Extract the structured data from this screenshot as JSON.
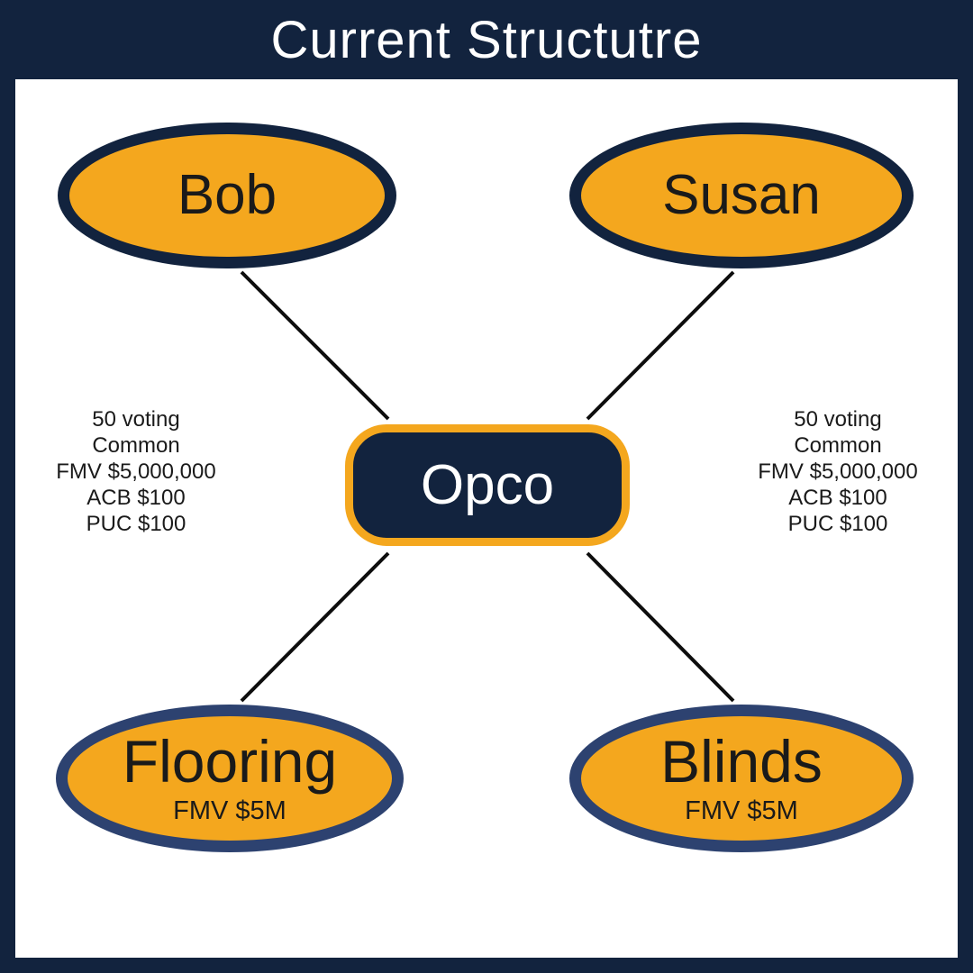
{
  "title": "Current Structutre",
  "colors": {
    "navy": "#12233e",
    "bottom_ellipse_border": "#2d4270",
    "orange": "#f4a71e",
    "connector_line": "#0d0d0d",
    "text_dark": "#1a1a1a",
    "title_text": "#ffffff"
  },
  "nodes": {
    "bob": {
      "label": "Bob"
    },
    "susan": {
      "label": "Susan"
    },
    "opco": {
      "label": "Opco"
    },
    "flooring": {
      "label": "Flooring",
      "fmv": "FMV $5M"
    },
    "blinds": {
      "label": "Blinds",
      "fmv": "FMV $5M"
    }
  },
  "annotations": {
    "left": {
      "lines": [
        "50 voting",
        "Common",
        "FMV $5,000,000",
        "ACB $100",
        "PUC $100"
      ]
    },
    "right": {
      "lines": [
        "50 voting",
        "Common",
        "FMV $5,000,000",
        "ACB $100",
        "PUC $100"
      ]
    }
  }
}
